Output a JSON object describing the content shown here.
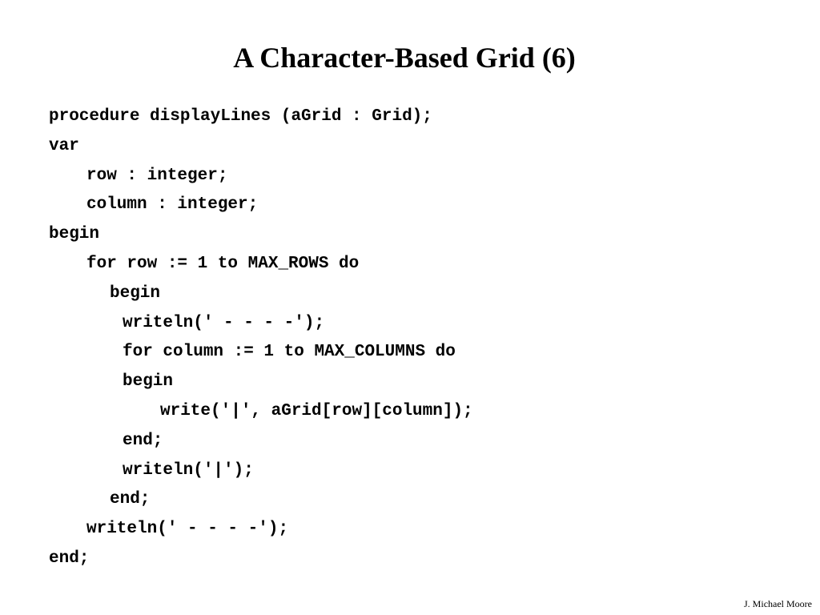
{
  "slide": {
    "title": "A Character-Based Grid (6)",
    "author": "J. Michael Moore"
  },
  "code": {
    "lines": [
      "procedure displayLines (aGrid : Grid);",
      "var",
      "row : integer;",
      "column : integer;",
      "begin",
      "for row := 1 to MAX_ROWS do",
      "begin",
      "writeln(' - - - -');",
      "for column := 1 to MAX_COLUMNS do",
      "begin",
      "write('|', aGrid[row][column]);",
      "end;",
      "writeln('|');",
      "end;",
      "writeln(' - - - -');",
      "end;"
    ]
  }
}
